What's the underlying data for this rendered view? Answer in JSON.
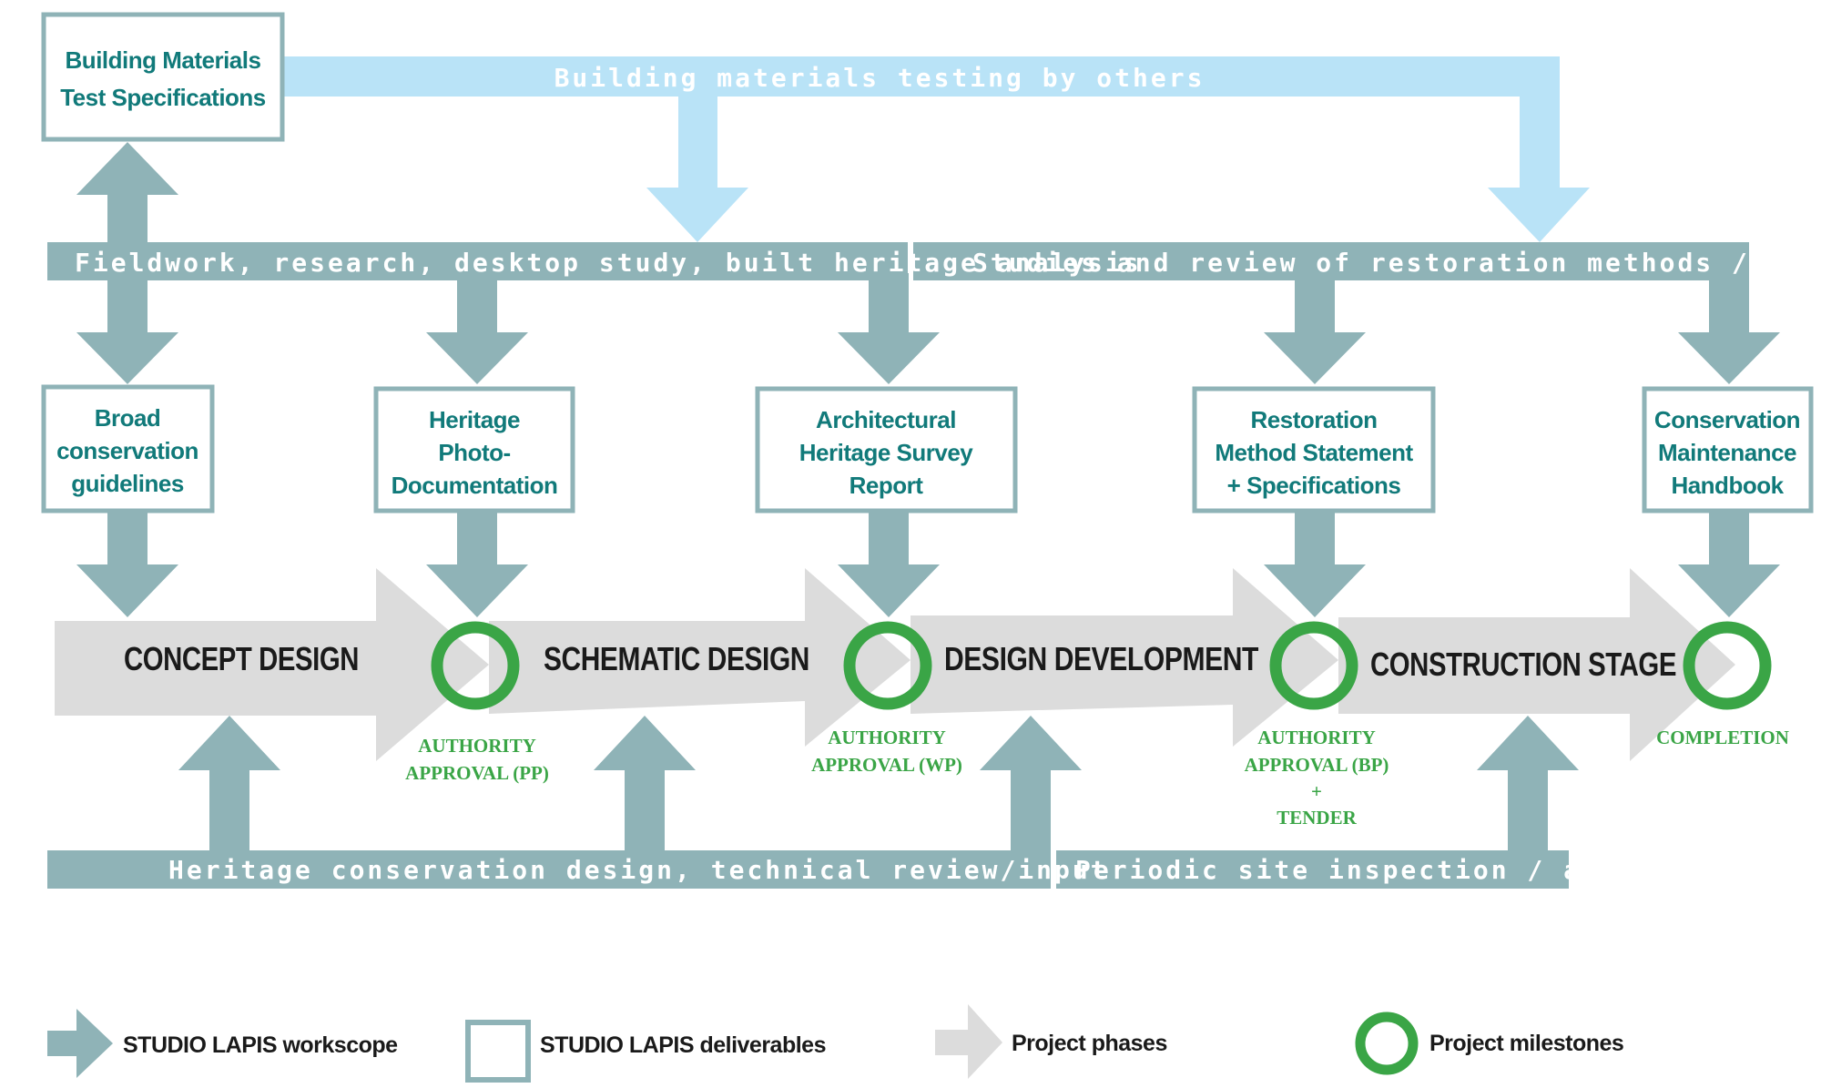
{
  "colors": {
    "workscope": "#8fb3b7",
    "testing_arrow": "#b9e3f7",
    "deliverable_border": "#8fb3b7",
    "deliverable_text": "#117a7a",
    "phase_fill": "#dcdcdc",
    "milestone": "#3aa546"
  },
  "test_spec_box": {
    "line1": "Building Materials",
    "line2": "Test Specifications"
  },
  "testing_band": {
    "label": "Building materials testing by others"
  },
  "top_bands": {
    "left": "Fieldwork, research, desktop study, built heritage analysis",
    "right": "Studies and review of restoration methods / materials"
  },
  "deliverables": [
    {
      "lines": [
        "Broad",
        "conservation",
        "guidelines"
      ]
    },
    {
      "lines": [
        "Heritage",
        "Photo-",
        "Documentation"
      ]
    },
    {
      "lines": [
        "Architectural",
        "Heritage Survey",
        "Report"
      ]
    },
    {
      "lines": [
        "Restoration",
        "Method Statement",
        "+ Specifications"
      ]
    },
    {
      "lines": [
        "Conservation",
        "Maintenance",
        "Handbook"
      ]
    }
  ],
  "phases": [
    {
      "label": "CONCEPT DESIGN"
    },
    {
      "label": "SCHEMATIC DESIGN"
    },
    {
      "label": "DESIGN DEVELOPMENT"
    },
    {
      "label": "CONSTRUCTION STAGE"
    }
  ],
  "milestones": [
    {
      "lines": [
        "AUTHORITY",
        "APPROVAL (PP)"
      ]
    },
    {
      "lines": [
        "AUTHORITY",
        "APPROVAL (WP)"
      ]
    },
    {
      "lines": [
        "AUTHORITY",
        "APPROVAL (BP)",
        "+",
        "TENDER"
      ]
    },
    {
      "lines": [
        "COMPLETION"
      ]
    }
  ],
  "bottom_bands": {
    "left": "Heritage conservation design, technical review/input",
    "right": "Periodic site inspection / approvals"
  },
  "legend": [
    {
      "icon": "arrow-icon",
      "label": "STUDIO LAPIS workscope"
    },
    {
      "icon": "square-box-icon",
      "label": "STUDIO LAPIS deliverables"
    },
    {
      "icon": "phase-arrow-icon",
      "label": "Project phases"
    },
    {
      "icon": "ring-icon",
      "label": "Project milestones"
    }
  ]
}
